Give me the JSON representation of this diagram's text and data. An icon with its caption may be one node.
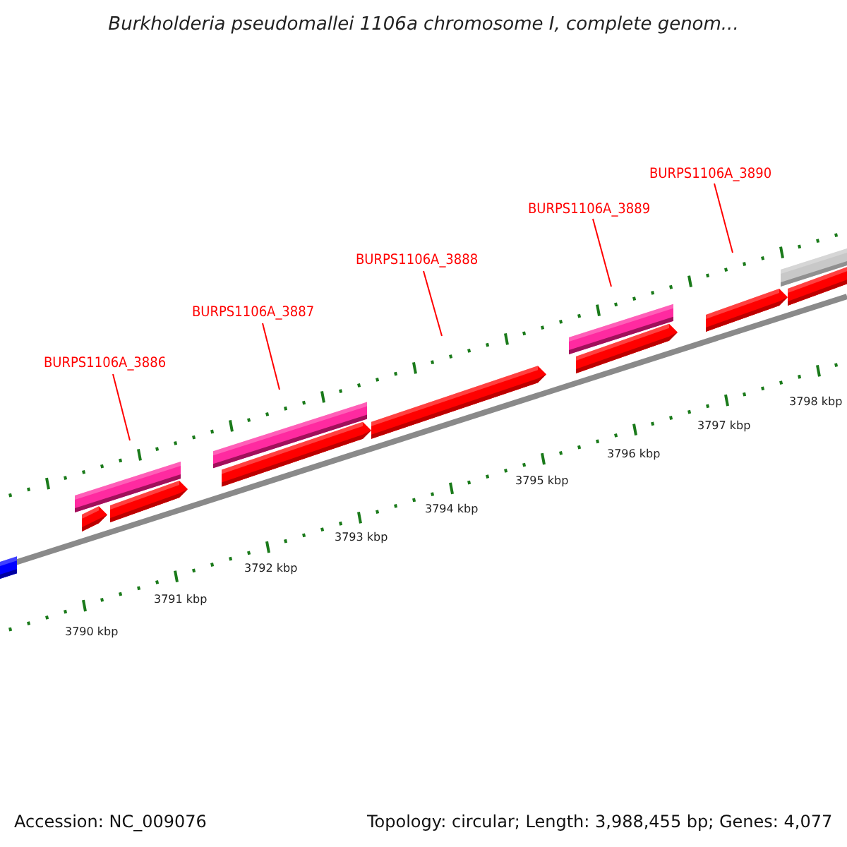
{
  "diagram": {
    "title": "Burkholderia pseudomallei 1106a chromosome I, complete genom...",
    "nodes": [
      {
        "text": [
          "BURPS1106A_3886"
        ]
      },
      {
        "text": [
          "BURPS1106A_3887"
        ]
      },
      {
        "text": [
          "BURPS1106A_3888"
        ]
      },
      {
        "text": [
          "BURPS1106A_3889"
        ]
      },
      {
        "text": [
          "BURPS1106A_3890"
        ]
      }
    ],
    "edges": [
      {
        "from": 0,
        "to": null,
        "arrow": "none"
      },
      {
        "from": 1,
        "to": null,
        "arrow": "none"
      },
      {
        "from": 2,
        "to": null,
        "arrow": "none"
      },
      {
        "from": 3,
        "to": null,
        "arrow": "none"
      },
      {
        "from": 4,
        "to": null,
        "arrow": "none"
      }
    ],
    "labels": [
      "3798 kbp",
      "3797 kbp",
      "3796 kbp",
      "3795 kbp",
      "3794 kbp",
      "3793 kbp",
      "3792 kbp",
      "3791 kbp",
      "3790 kbp",
      "Accession: NC_009076",
      "Topology: circular; Length: 3,988,455 bp; Genes: 4,077"
    ]
  }
}
